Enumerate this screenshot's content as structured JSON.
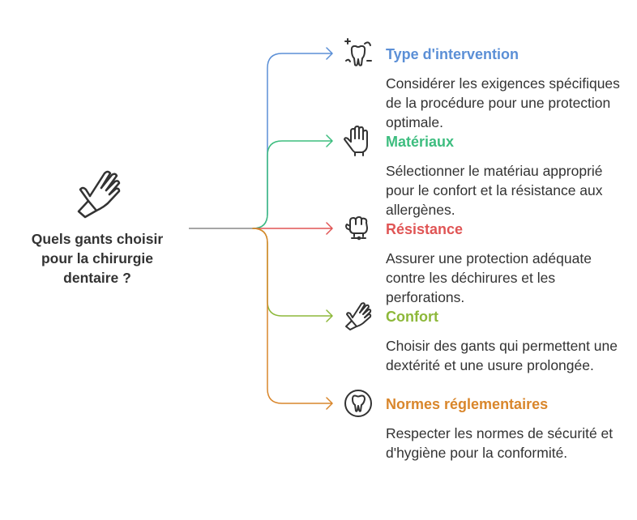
{
  "root": {
    "label": "Quels gants choisir pour la chirurgie dentaire ?",
    "icon": "glove-icon"
  },
  "colors": {
    "root_line": "#888888",
    "text": "#333333",
    "icon": "#333333"
  },
  "branches": [
    {
      "title": "Type d'intervention",
      "description": "Considérer les exigences spécifiques de la procédure pour une protection optimale.",
      "color": "#5b8fd6",
      "icon": "tooth-sparkle-icon"
    },
    {
      "title": "Matériaux",
      "description": "Sélectionner le matériau approprié pour le confort et la résistance aux allergènes.",
      "color": "#3dbd7f",
      "icon": "raised-hand-icon"
    },
    {
      "title": "Résistance",
      "description": "Assurer une protection adéquate contre les déchirures et les perforations.",
      "color": "#e05555",
      "icon": "fist-icon"
    },
    {
      "title": "Confort",
      "description": "Choisir des gants qui permettent une dextérité et une usure prolongée.",
      "color": "#8db83a",
      "icon": "glove-icon"
    },
    {
      "title": "Normes réglementaires",
      "description": "Respecter les normes de sécurité et d'hygiène pour la conformité.",
      "color": "#d9862b",
      "icon": "tooth-circle-icon"
    }
  ]
}
